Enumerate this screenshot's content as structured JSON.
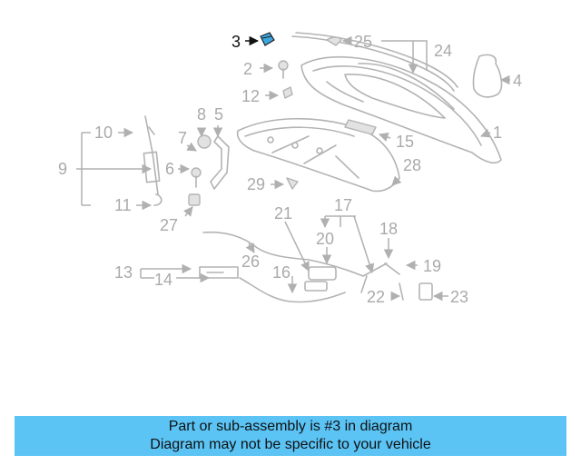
{
  "callouts": {
    "n1": "1",
    "n2": "2",
    "n3": "3",
    "n4": "4",
    "n5": "5",
    "n6": "6",
    "n7": "7",
    "n8": "8",
    "n9": "9",
    "n10": "10",
    "n11": "11",
    "n12": "12",
    "n13": "13",
    "n14": "14",
    "n15": "15",
    "n16": "16",
    "n17": "17",
    "n18": "18",
    "n19": "19",
    "n20": "20",
    "n21": "21",
    "n22": "22",
    "n23": "23",
    "n24": "24",
    "n25": "25",
    "n26": "26",
    "n27": "27",
    "n28": "28",
    "n29": "29"
  },
  "highlighted_part": "3",
  "colors": {
    "banner": "#5bc4f5",
    "highlight_part": "#3aa6e0",
    "callout_text": "#aaaaaa",
    "callout_highlight": "#111111"
  },
  "banner": {
    "line1": "Part or sub-assembly is #3 in diagram",
    "line2": "Diagram may not be specific to your vehicle"
  }
}
